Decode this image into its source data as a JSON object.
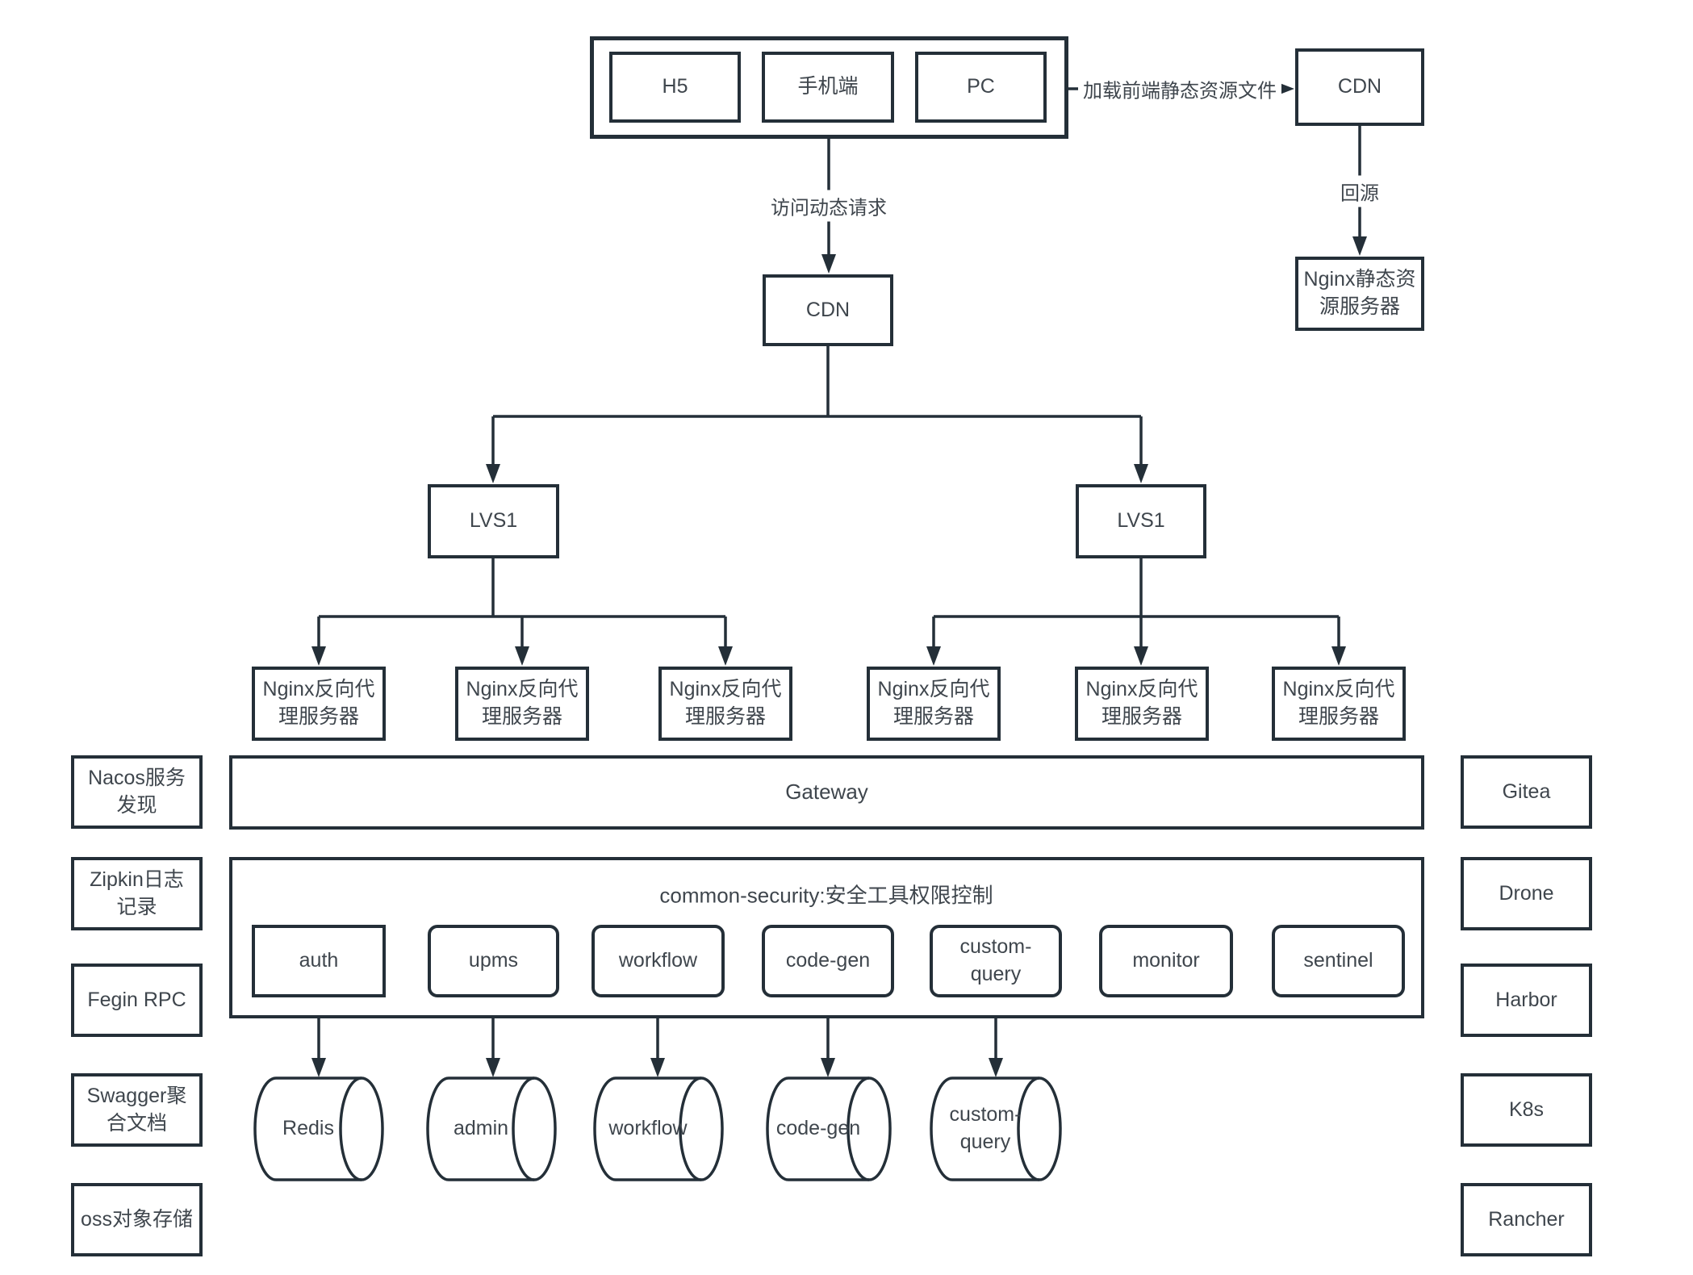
{
  "diagram": {
    "clients": {
      "items": [
        "H5",
        "手机端",
        "PC"
      ]
    },
    "nodes": {
      "cdn_top": "CDN",
      "cdn_mid": "CDN",
      "nginx_static": "Nginx静态资\n源服务器",
      "lvs_left": "LVS1",
      "lvs_right": "LVS1",
      "nginx_proxy": "Nginx反向代\n理服务器",
      "gateway": "Gateway"
    },
    "edge_labels": {
      "load_static": "加载前端静态资源文件",
      "back_to_origin": "回源",
      "dynamic_request": "访问动态请求"
    },
    "security": {
      "title": "common-security:安全工具权限控制",
      "services": [
        "auth",
        "upms",
        "workflow",
        "code-gen",
        "custom-\nquery",
        "monitor",
        "sentinel"
      ]
    },
    "databases": [
      "Redis",
      "admin",
      "workflow",
      "code-gen",
      "custom-\nquery"
    ],
    "left_panel": [
      "Nacos服务\n发现",
      "Zipkin日志\n记录",
      "Fegin RPC",
      "Swagger聚\n合文档",
      "oss对象存储"
    ],
    "right_panel": [
      "Gitea",
      "Drone",
      "Harbor",
      "K8s",
      "Rancher"
    ],
    "colors": {
      "stroke": "#242f38",
      "text": "#3f464d",
      "background": "#ffffff"
    }
  }
}
